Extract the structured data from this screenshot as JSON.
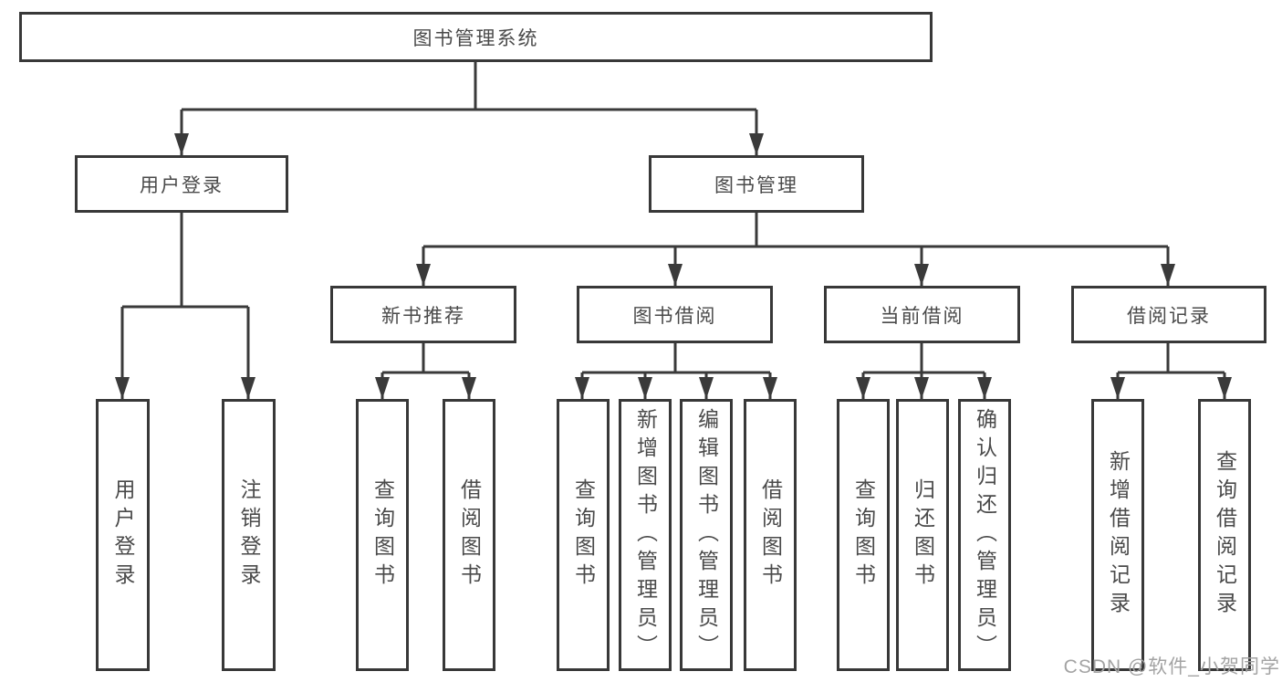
{
  "tree": {
    "label": "图书管理系统",
    "children": [
      {
        "label": "用户登录",
        "children": [
          {
            "label": "用户登录"
          },
          {
            "label": "注销登录"
          }
        ]
      },
      {
        "label": "图书管理",
        "children": [
          {
            "label": "新书推荐",
            "children": [
              {
                "label": "查询图书"
              },
              {
                "label": "借阅图书"
              }
            ]
          },
          {
            "label": "图书借阅",
            "children": [
              {
                "label": "查询图书"
              },
              {
                "label": "新增图书（管理员）"
              },
              {
                "label": "编辑图书（管理员）"
              },
              {
                "label": "借阅图书"
              }
            ]
          },
          {
            "label": "当前借阅",
            "children": [
              {
                "label": "查询图书"
              },
              {
                "label": "归还图书"
              },
              {
                "label": "确认归还（管理员）"
              }
            ]
          },
          {
            "label": "借阅记录",
            "children": [
              {
                "label": "新增借阅记录"
              },
              {
                "label": "查询借阅记录"
              }
            ]
          }
        ]
      }
    ]
  },
  "watermark": {
    "text": "CSDN @软件_小贺同学"
  },
  "colors": {
    "line": "#3a3a3a",
    "box_border": "#383838",
    "text": "#4a4a4a",
    "background": "#ffffff",
    "watermark": "#a3a3a3"
  }
}
